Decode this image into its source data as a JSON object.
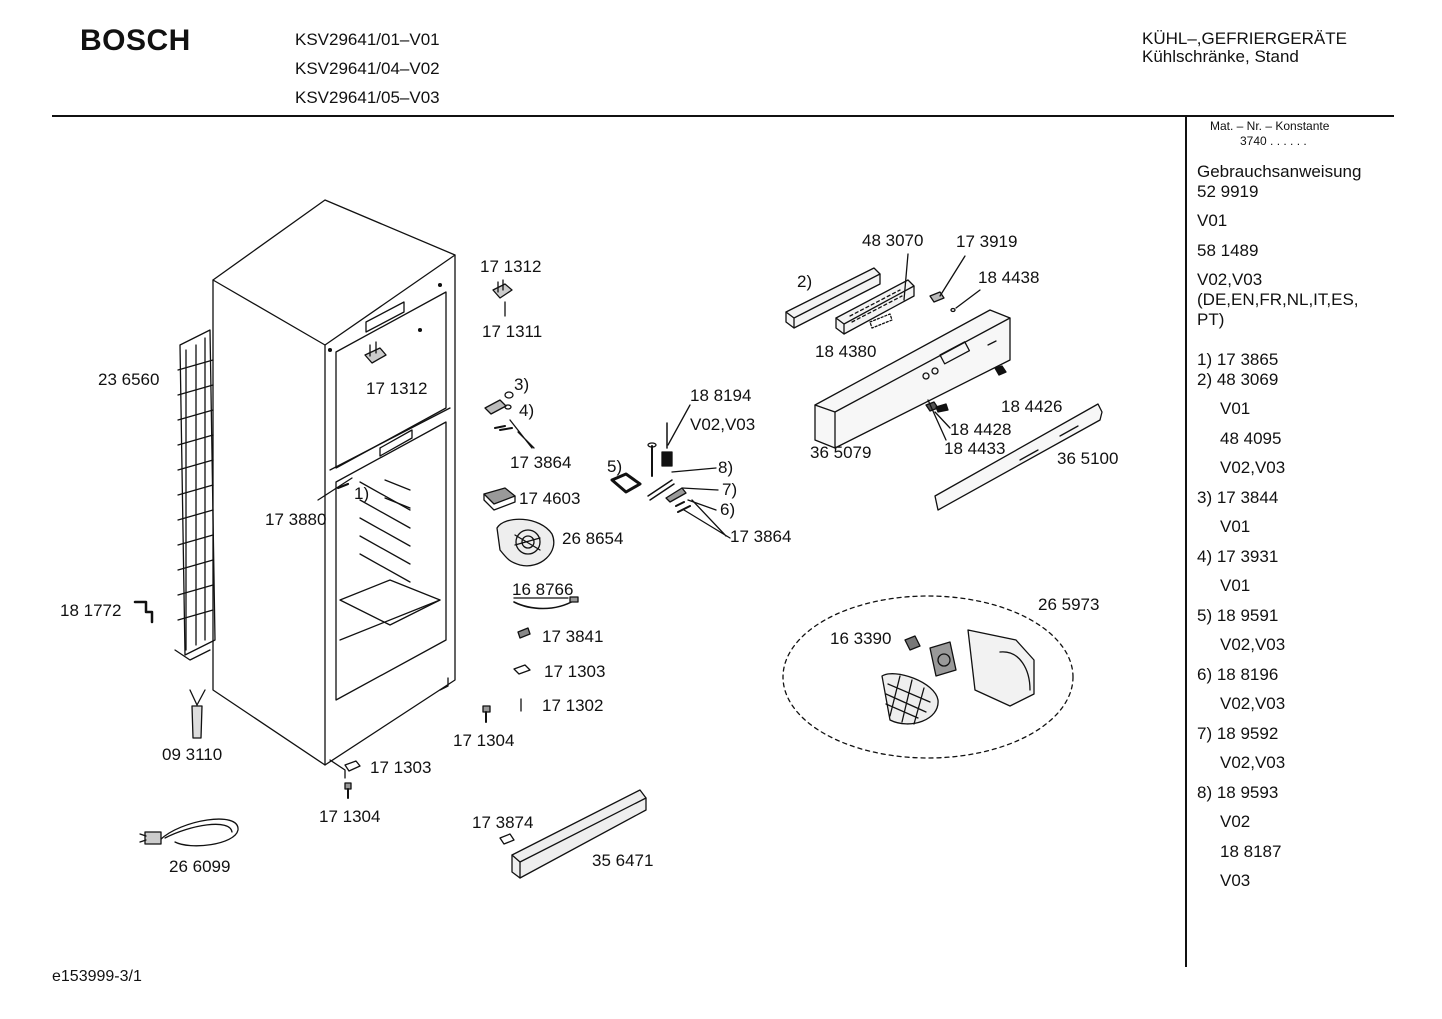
{
  "header": {
    "brand": "BOSCH",
    "models": [
      "KSV29641/01–V01",
      "KSV29641/04–V02",
      "KSV29641/05–V03"
    ],
    "category_line1": "KÜHL–,GEFRIERGERÄTE",
    "category_line2": "Kühlschränke, Stand"
  },
  "sidebar": {
    "mat_label": "Mat. – Nr. – Konstante",
    "mat_value": "3740  .  .  .  .  .  .",
    "entries": [
      "Gebrauchsanweisung",
      "52 9919",
      "V01",
      "58 1489",
      "V02,V03",
      "(DE,EN,FR,NL,IT,ES,",
      "PT)",
      "1) 17 3865",
      "2) 48 3069",
      "V01",
      "48 4095",
      "V02,V03",
      "3) 17 3844",
      "V01",
      "4) 17 3931",
      "V01",
      "5) 18 9591",
      "V02,V03",
      "6) 18 8196",
      "V02,V03",
      "7) 18 9592",
      "V02,V03",
      "8) 18 9593",
      "V02",
      "18 8187",
      "V03"
    ]
  },
  "labels": {
    "p171312a": "17 1312",
    "p171311": "17 1311",
    "p171312b": "17 1312",
    "p236560": "23 6560",
    "m3": "3)",
    "m4": "4)",
    "p173864a": "17 3864",
    "m1": "1)",
    "p173880": "17 3880",
    "p174603": "17 4603",
    "p268654": "26 8654",
    "p181772": "18 1772",
    "p168766": "16 8766",
    "p173841": "17 3841",
    "p171303a": "17 1303",
    "p171302": "17 1302",
    "p171304a": "17 1304",
    "p093110": "09 3110",
    "p171303b": "17 1303",
    "p171304b": "17 1304",
    "p266099": "26 6099",
    "p173874": "17 3874",
    "p356471": "35 6471",
    "p188194": "18 8194",
    "v0203": "V02,V03",
    "m5": "5)",
    "m8": "8)",
    "m7": "7)",
    "m6": "6)",
    "p173864b": "17 3864",
    "p483070": "48 3070",
    "p173919": "17 3919",
    "m2": "2)",
    "p184438": "18 4438",
    "p184380": "18 4380",
    "p184426": "18 4426",
    "p184428": "18 4428",
    "p184433": "18 4433",
    "p365079": "36 5079",
    "p365100": "36 5100",
    "p265973": "26 5973",
    "p163390": "16 3390"
  },
  "footer": {
    "code": "e153999-3/1"
  }
}
